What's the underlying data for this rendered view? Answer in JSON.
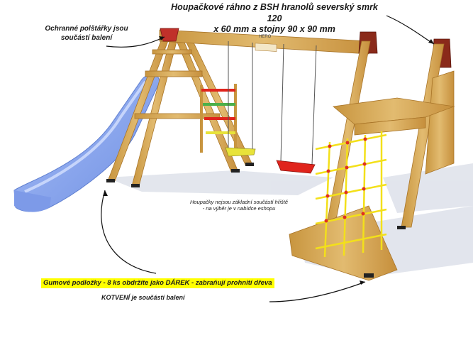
{
  "colors": {
    "highlight": "#ffff00",
    "wood": "#d9b066",
    "slide": "#8ea9f2",
    "net_rope": "#f3e01a",
    "net_knot": "#e03020",
    "swing_red": "#e0241c",
    "swing_yellow": "#e8e33a"
  },
  "beam_brand": "HERO",
  "annotations": {
    "title_line1": "Houpačkové ráhno z BSH hranolů severský smrk 120",
    "title_line2": "x 60 mm a stojny 90 x 90 mm",
    "cushion_line1": "Ochranné polštářky jsou",
    "cushion_line2": "součástí balení",
    "swings_line1": "Houpačky  nejsou základní součástí hřiště",
    "swings_line2": "- na výběr je v nabídce eshopu",
    "pads": "Gumové podložky - 8 ks  obdržíte jako DÁREK - zabraňují prohnití dřeva",
    "anchoring": "KOTVENÍ  je součástí balení"
  }
}
